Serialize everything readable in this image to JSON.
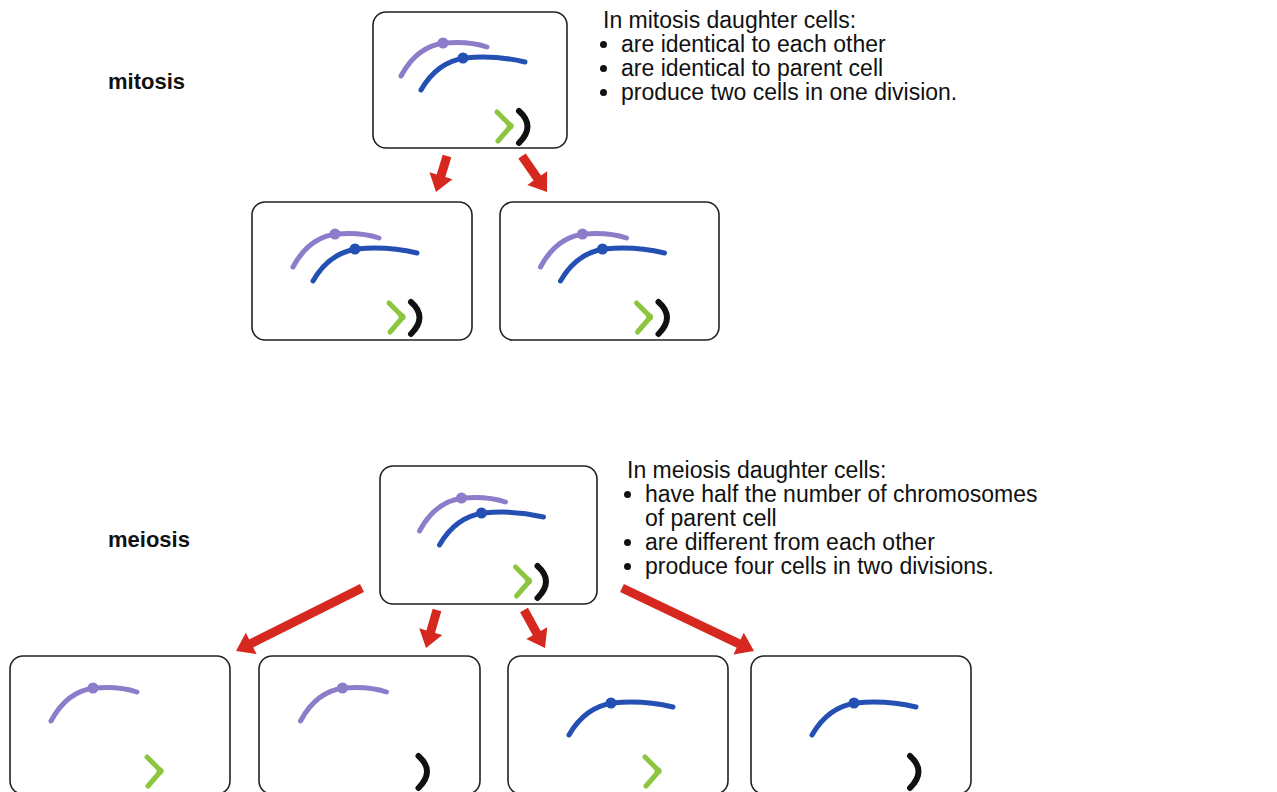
{
  "diagram": {
    "labels": [
      "mitosis",
      "In mitosis daughter cells:",
      "are identical to each other",
      "are identical to parent cell",
      "produce two cells in one division.",
      "meiosis",
      "In meiosis daughter cells:",
      "have half the number of chromosomes of parent cell",
      "are different from each other",
      "produce four cells in two divisions."
    ]
  }
}
